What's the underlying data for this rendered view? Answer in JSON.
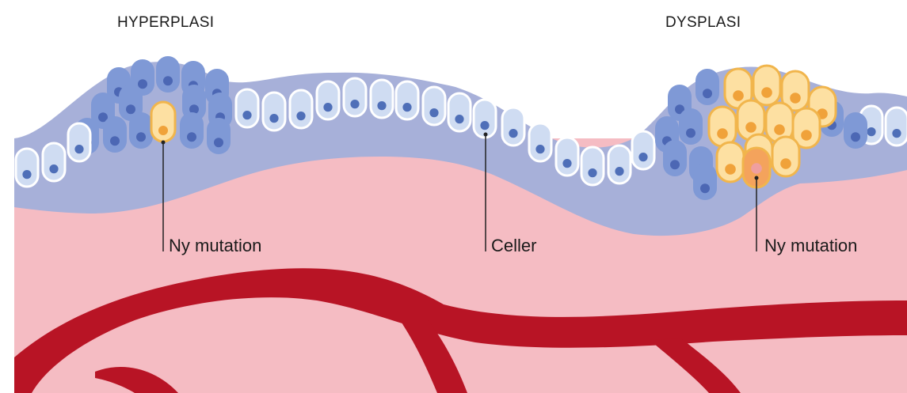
{
  "titles": {
    "left": "HYPERPLASI",
    "right": "DYSPLASI"
  },
  "labels": {
    "mutation_left": "Ny mutation",
    "cells": "Celler",
    "mutation_right": "Ny mutation"
  },
  "colors": {
    "background": "#ffffff",
    "stroma": "#f5bcc3",
    "epithelium": "#a7b0d9",
    "normal_cell": "#cfdcf2",
    "normal_nucleus": "#4f6fb8",
    "crowded_cell": "#7f99d6",
    "crowded_nucleus": "#4c67b4",
    "mutant_cell": "#fde0a2",
    "mutant_outline": "#f1b54c",
    "mutant_nucleus": "#f0a23a",
    "mutant_dark_cell": "#f4a35c",
    "vessel": "#b81425",
    "leader_line": "#222222"
  }
}
